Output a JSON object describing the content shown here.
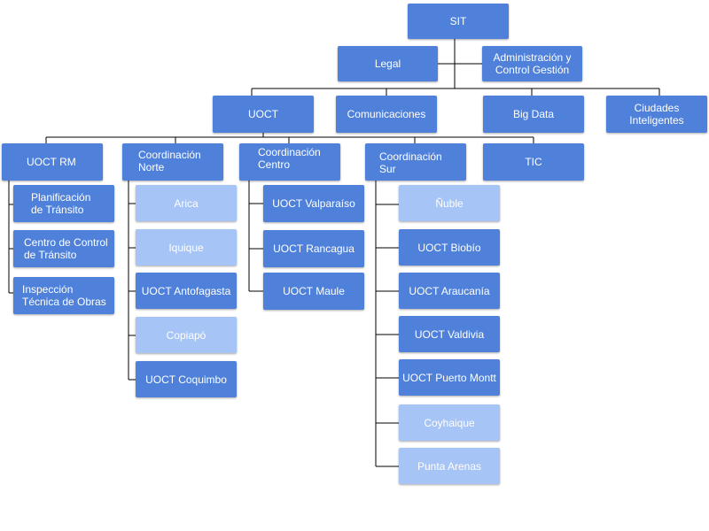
{
  "colors": {
    "primary": "#4f81da",
    "light": "#a6c4f5",
    "connector": "#000000"
  },
  "org": {
    "root": "SIT",
    "legal": "Legal",
    "admin": "Administración y\nControl Gestión",
    "uoct": "UOCT",
    "comunicaciones": "Comunicaciones",
    "bigdata": "Big Data",
    "ciudades": "Ciudades\nInteligentes",
    "uoct_rm": "UOCT RM",
    "coord_norte": "Coordinación\nNorte",
    "coord_centro": "Coordinación\nCentro",
    "coord_sur": "Coordinación\nSur",
    "tic": "TIC",
    "rm_units": [
      "Planificación\nde Tránsito",
      "Centro de Control\nde Tránsito",
      "Inspección\nTécnica de Obras"
    ],
    "norte_units": [
      "Arica",
      "Iquique",
      "UOCT Antofagasta",
      "Copiapó",
      "UOCT Coquimbo"
    ],
    "centro_units": [
      "UOCT Valparaíso",
      "UOCT Rancagua",
      "UOCT Maule"
    ],
    "sur_units": [
      "Ñuble",
      "UOCT Biobío",
      "UOCT Araucanía",
      "UOCT Valdivia",
      "UOCT Puerto Montt",
      "Coyhaique",
      "Punta Arenas"
    ]
  }
}
